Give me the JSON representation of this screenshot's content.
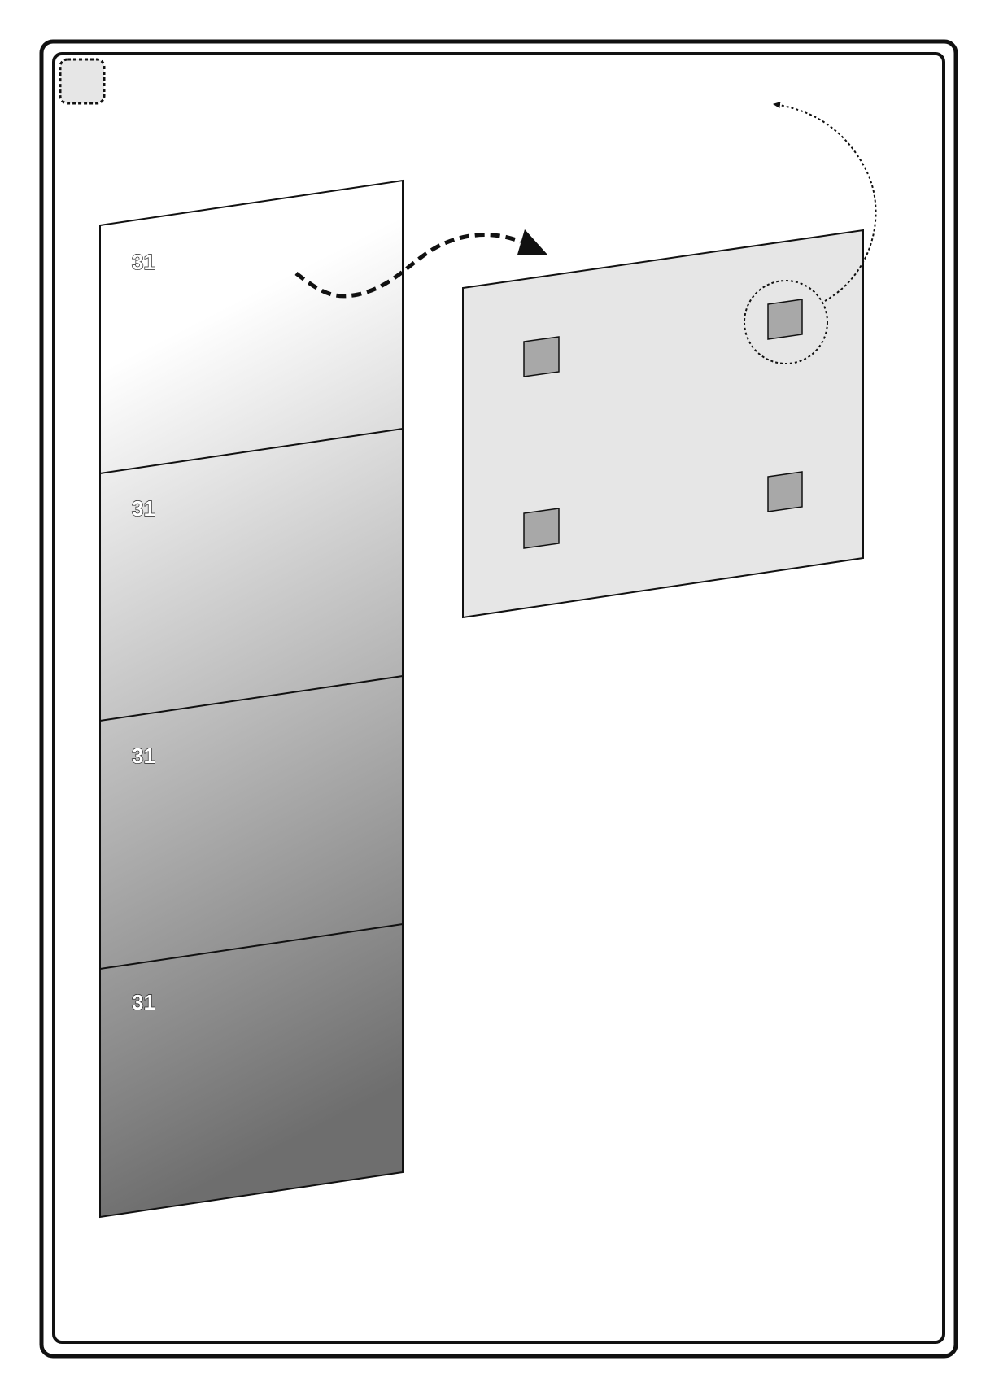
{
  "panels": [
    {
      "label": "31"
    },
    {
      "label": "31"
    },
    {
      "label": "31"
    },
    {
      "label": "31"
    }
  ],
  "colors": {
    "frame": "#111111",
    "mirror_light": "#ffffff",
    "mirror_dark": "#6e6e6e",
    "board_fill": "#e6e6e6",
    "pad_fill": "#a8a8a8"
  },
  "icons": {
    "step_badge": "dashed-rounded-square",
    "transfer_arrow": "dashed-curved-arrow",
    "detail_zoom": "dotted-circle-callout"
  }
}
